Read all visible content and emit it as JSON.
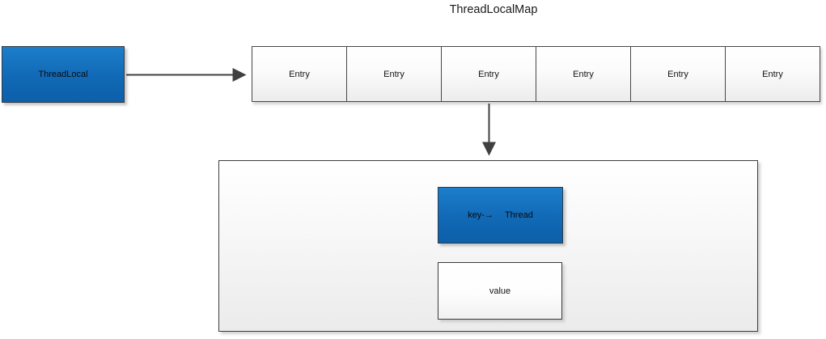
{
  "title": "ThreadLocalMap",
  "thread_local": {
    "label": "ThreadLocal"
  },
  "entries": [
    "Entry",
    "Entry",
    "Entry",
    "Entry",
    "Entry",
    "Entry"
  ],
  "map_detail": {
    "key_prefix": "key-",
    "key_arrow": "→",
    "thread_label": "Thread",
    "value_label": "value"
  },
  "colors": {
    "node_blue_top": "#1c7ecb",
    "node_blue_bottom": "#0d5fa9",
    "box_border_dark": "#3d3d3d",
    "connector": "#404040",
    "box_fill_light_bottom": "#ececec",
    "text": "#141414"
  }
}
